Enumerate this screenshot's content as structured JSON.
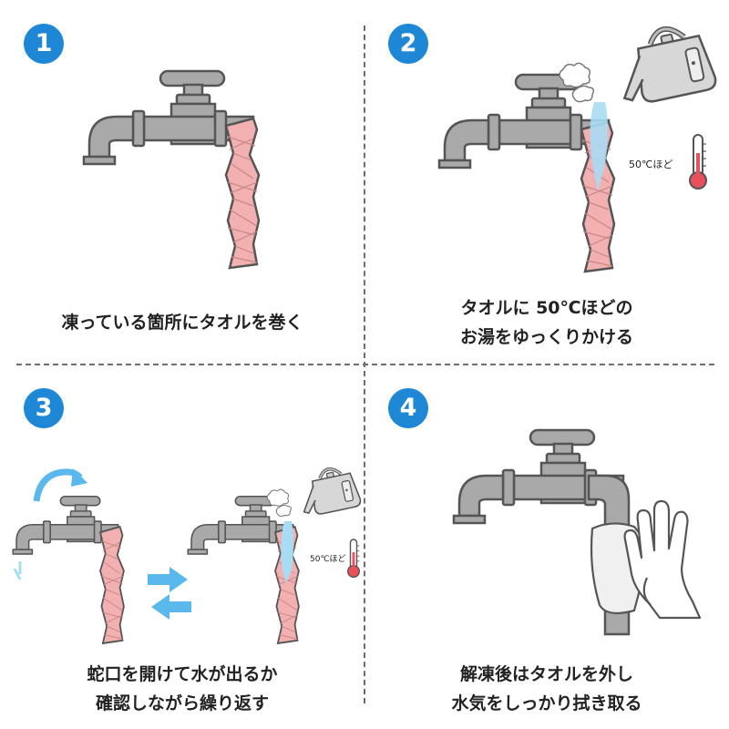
{
  "steps": [
    {
      "number": "1",
      "caption_lines": [
        "凍っている箇所にタオルを巻く"
      ]
    },
    {
      "number": "2",
      "caption_lines": [
        "タオルに 50℃ほどの",
        "お湯をゆっくりかける"
      ],
      "temp_label": "50℃ほど"
    },
    {
      "number": "3",
      "caption_lines": [
        "蛇口を開けて水が出るか",
        "確認しながら繰り返す"
      ],
      "temp_label": "50℃ほど"
    },
    {
      "number": "4",
      "caption_lines": [
        "解凍後はタオルを外し",
        "水気をしっかり拭き取る"
      ]
    }
  ],
  "colors": {
    "badge": "#1e88d6",
    "faucet": "#a9a9a9",
    "outline": "#555555",
    "towel": "#f3b0b0",
    "water": "#a8dcf5",
    "arrow": "#5ab8ec",
    "thermo_red": "#e8505b"
  }
}
